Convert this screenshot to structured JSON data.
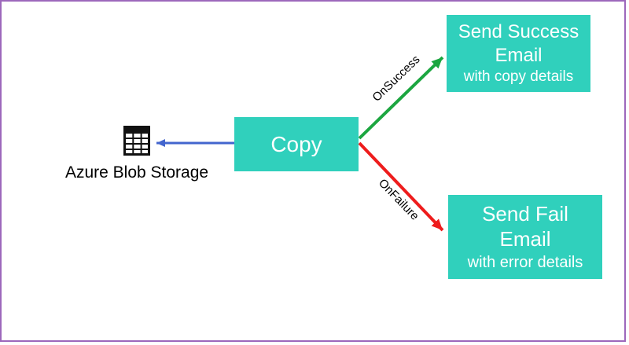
{
  "diagram": {
    "nodes": {
      "source": {
        "label": "Azure Blob Storage",
        "icon": "table-icon"
      },
      "copy": {
        "label": "Copy"
      },
      "success": {
        "title": "Send Success Email",
        "subtitle": "with copy details"
      },
      "fail": {
        "title": "Send Fail Email",
        "subtitle": "with error details"
      }
    },
    "edges": {
      "copy_to_source": {
        "label": "",
        "color": "#4365CE"
      },
      "on_success": {
        "label": "OnSuccess",
        "color": "#1CA640"
      },
      "on_failure": {
        "label": "OnFailure",
        "color": "#EE1C1C"
      }
    },
    "colors": {
      "activity_fill": "#30D0BC",
      "activity_text": "#FFFFFF",
      "frame_border": "#9D68BC",
      "canvas_bg": "#FFFFFF",
      "label_text": "#000000"
    }
  }
}
